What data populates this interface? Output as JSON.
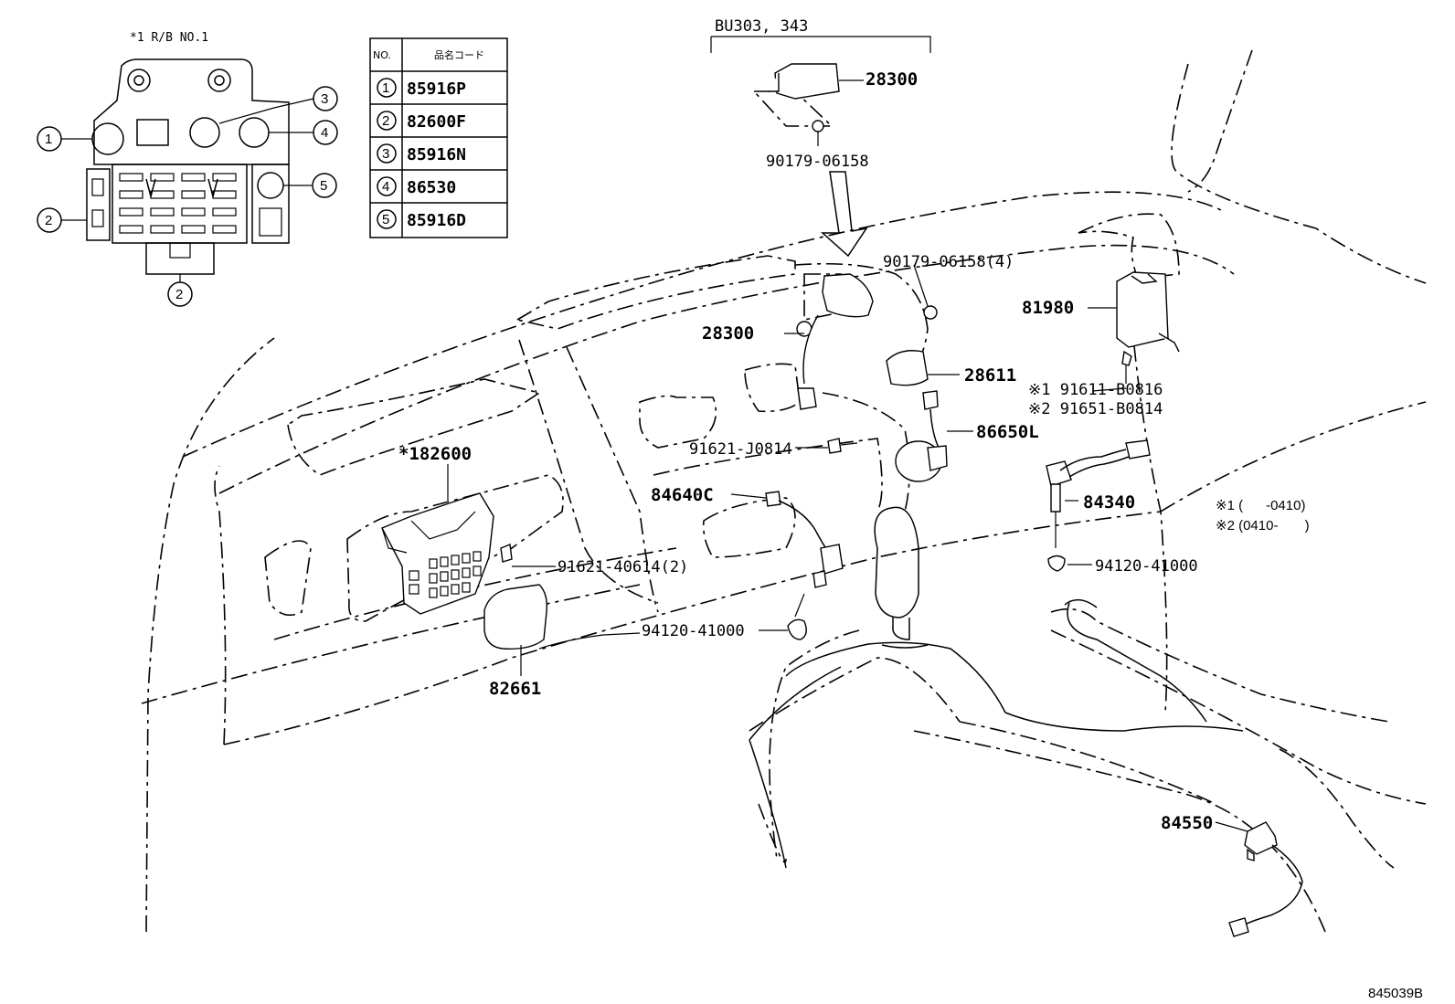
{
  "inset": {
    "title": "*1 R/B NO.1",
    "callouts": [
      "1",
      "2",
      "3",
      "4",
      "5",
      "2"
    ]
  },
  "table": {
    "header_no": "NO.",
    "header_code": "品名コード",
    "rows": [
      {
        "no": "1",
        "code": "85916P"
      },
      {
        "no": "2",
        "code": "82600F"
      },
      {
        "no": "3",
        "code": "85916N"
      },
      {
        "no": "4",
        "code": "86530"
      },
      {
        "no": "5",
        "code": "85916D"
      }
    ]
  },
  "labels": {
    "bu_models": "BU303, 343",
    "p28300_top": "28300",
    "p90179_top": "90179-06158",
    "p90179_4": "90179-06158(4)",
    "p81980": "81980",
    "p28300_mid": "28300",
    "p28611": "28611",
    "note1_bolt": "※1 91611-B0816",
    "note2_bolt": "※2 91651-B0814",
    "p86650L": "86650L",
    "p91621_J0814": "91621-J0814",
    "p82600": "*182600",
    "p84640C": "84640C",
    "p84340": "84340",
    "p91621_40614": "91621-40614(2)",
    "p94120_right": "94120-41000",
    "p94120_left": "94120-41000",
    "p82661": "82661",
    "p84550": "84550",
    "legend1": "※1 (      -0410)",
    "legend2": "※2 (0410-       )",
    "figure_id": "845039B"
  }
}
